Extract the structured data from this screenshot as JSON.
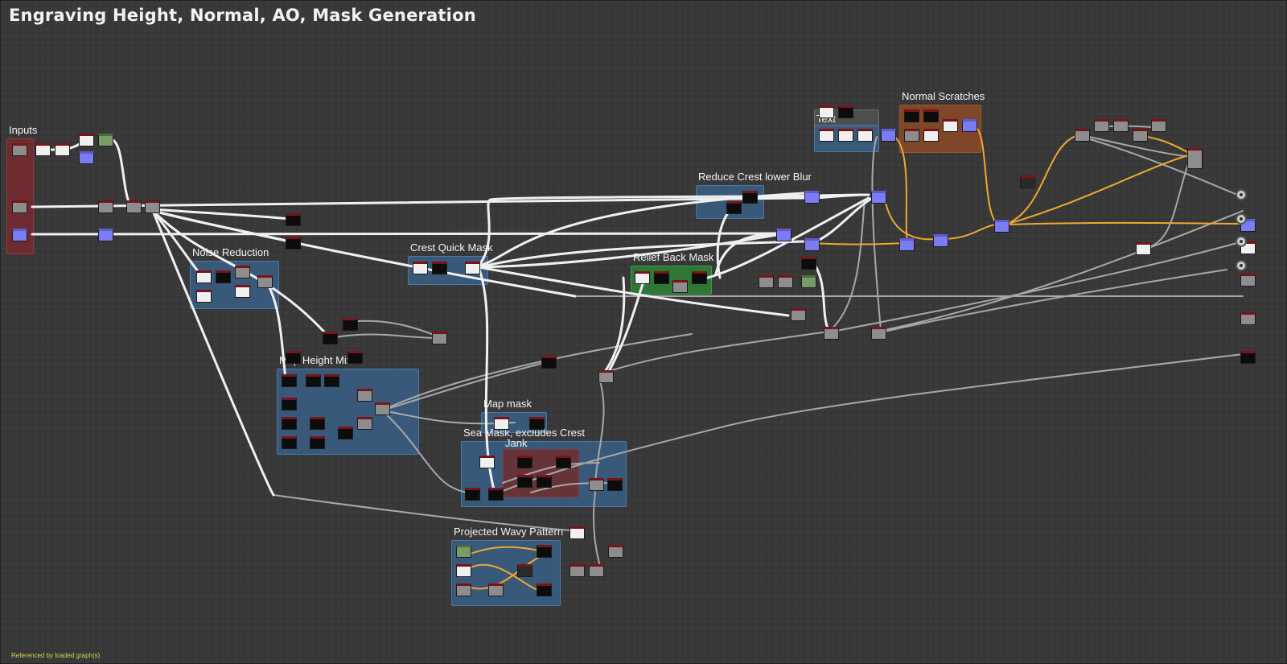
{
  "graph": {
    "title": "Engraving Height, Normal, AO, Mask Generation",
    "status": "Referenced by loaded graph(s)"
  },
  "frames": {
    "inputs": "Inputs",
    "noise_reduction": "Noise Reduction",
    "crest_quick_mask": "Crest Quick Mask",
    "reduce_crest_lower_blur": "Reduce Crest lower Blur",
    "relief_back_mask": "Relief Back Mask",
    "text": "Text",
    "normal_scratches": "Normal Scratches",
    "map_height_mix": "Map Height Mix",
    "map_mask": "Map mask",
    "sea_mask": "Sea Mask, excludes Crest",
    "jank": "Jank",
    "projected_wavy_pattern": "Projected Wavy Pattern"
  },
  "colors": {
    "wire_white": "#f0f0f0",
    "wire_gray": "#a8a8a8",
    "wire_orange": "#f0a830",
    "node_purple": "#7b7bf3"
  }
}
